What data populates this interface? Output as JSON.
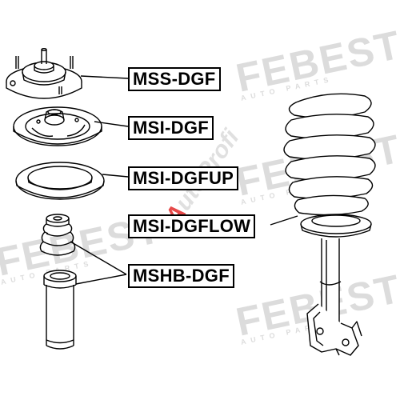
{
  "watermark": {
    "brand": "FEBEST",
    "tagline": "AUTO PARTS",
    "overlay_prefix": "A",
    "overlay_suffix": "utoProfi"
  },
  "labels": {
    "mount": "MSS-DGF",
    "insulator": "MSI-DGF",
    "insulator_upper": "MSI-DGFUP",
    "insulator_lower": "MSI-DGFLOW",
    "bumper_boot": "MSHB-DGF"
  },
  "colors": {
    "line": "#000000",
    "watermark": "#dcdcdc",
    "accent": "#e64a4a"
  }
}
